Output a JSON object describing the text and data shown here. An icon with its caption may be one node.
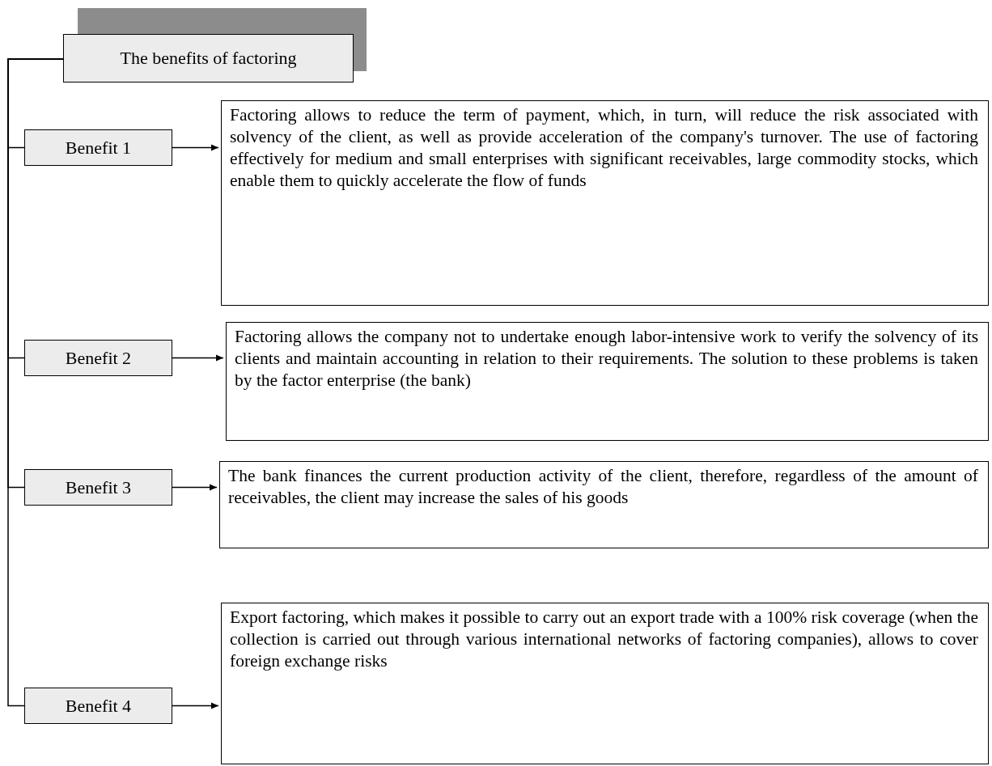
{
  "diagram": {
    "nodes": [
      {
        "text": [
          "The benefits of factoring"
        ]
      },
      {
        "text": [
          "Benefit 1"
        ]
      },
      {
        "text": [
          "Factoring allows to reduce the term of payment, which, in turn, will reduce the risk associated with solvency of the client, as well as provide acceleration of the company's turnover. The use of factoring effectively for medium and small enterprises with significant receivables, large commodity stocks, which enable them to quickly accelerate the flow of funds"
        ]
      },
      {
        "text": [
          "Benefit 2"
        ]
      },
      {
        "text": [
          "Factoring allows the company not to undertake enough labor-intensive work to verify the solvency of its clients and maintain accounting in relation to their requirements. The solution to these problems is taken by the factor enterprise (the bank)"
        ]
      },
      {
        "text": [
          "Benefit 3"
        ]
      },
      {
        "text": [
          "The bank finances the current production activity of the client, therefore, regardless of the amount of receivables, the client may increase the sales of his goods"
        ]
      },
      {
        "text": [
          "Benefit 4"
        ]
      },
      {
        "text": [
          "Export factoring, which makes it possible to carry out an export trade with a 100% risk coverage (when the collection is carried out through various international networks of factoring companies), allows to cover foreign exchange risks"
        ]
      }
    ],
    "edges": [
      {
        "from": 0,
        "to": 1,
        "arrow": "none"
      },
      {
        "from": 0,
        "to": 3,
        "arrow": "none"
      },
      {
        "from": 0,
        "to": 5,
        "arrow": "none"
      },
      {
        "from": 0,
        "to": 7,
        "arrow": "none"
      },
      {
        "from": 1,
        "to": 2,
        "arrow": "to"
      },
      {
        "from": 3,
        "to": 4,
        "arrow": "to"
      },
      {
        "from": 5,
        "to": 6,
        "arrow": "to"
      },
      {
        "from": 7,
        "to": 8,
        "arrow": "to"
      }
    ]
  }
}
